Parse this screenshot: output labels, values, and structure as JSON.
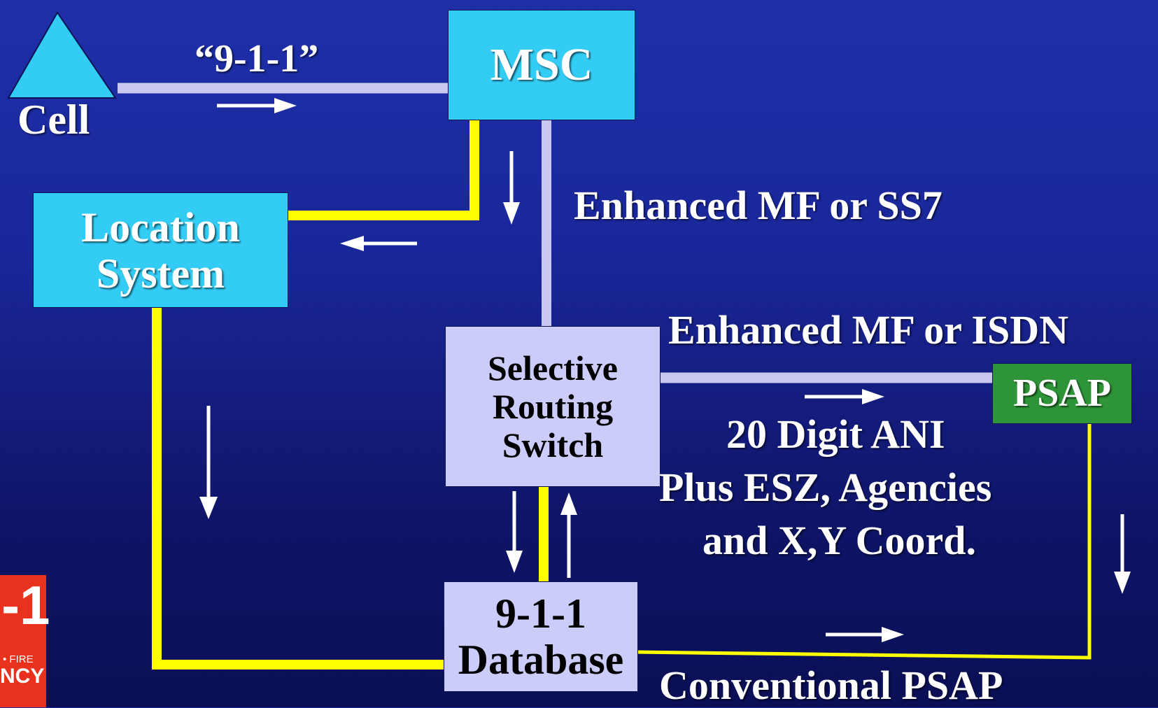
{
  "colors": {
    "background_top": "#1e2fa8",
    "background_bottom": "#0a0f55",
    "cyan_box": "#33ccf5",
    "lavender_box": "#ccccfa",
    "green_box": "#2e9438",
    "voice_trunk": "#c8c8f0",
    "data_link": "#ffff00",
    "arrow": "#ffffff"
  },
  "nodes": {
    "cell": "Cell",
    "msc": "MSC",
    "location_system": "Location\nSystem",
    "selective_routing_switch": "Selective\nRouting\nSwitch",
    "psap": "PSAP",
    "database": "9-1-1\nDatabase"
  },
  "labels": {
    "dialed": "“9-1-1”",
    "msc_to_srs": "Enhanced MF or SS7",
    "srs_to_psap": "Enhanced MF or ISDN",
    "data_line1": "20 Digit ANI",
    "data_line2": "Plus ESZ, Agencies",
    "data_line3": "and X,Y Coord.",
    "conventional": "Conventional PSAP"
  },
  "logo": {
    "digit": "-1",
    "small": "• FIRE",
    "word": "NCY"
  }
}
